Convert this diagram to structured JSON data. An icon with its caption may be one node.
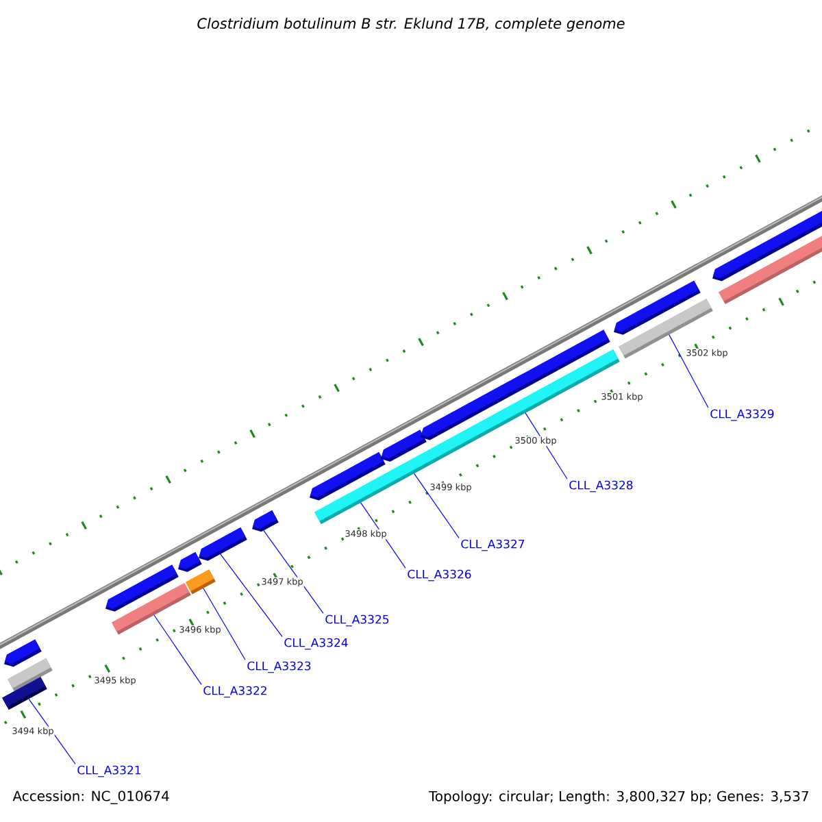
{
  "diagram": {
    "title": "Clostridium botulinum B str. Eklund 17B, complete genome",
    "nodes": [
      {
        "text": [
          "CLL_A3321"
        ]
      },
      {
        "text": [
          "CLL_A3322"
        ]
      },
      {
        "text": [
          "CLL_A3323"
        ]
      },
      {
        "text": [
          "CLL_A3324"
        ]
      },
      {
        "text": [
          "CLL_A3325"
        ]
      },
      {
        "text": [
          "CLL_A3326"
        ]
      },
      {
        "text": [
          "CLL_A3327"
        ]
      },
      {
        "text": [
          "CLL_A3328"
        ]
      },
      {
        "text": [
          "CLL_A3329"
        ]
      },
      {
        "text": [],
        "shape": "bar"
      },
      {
        "text": [],
        "shape": "bar"
      },
      {
        "text": [],
        "shape": "bar"
      },
      {
        "text": [],
        "shape": "bar"
      },
      {
        "text": [],
        "shape": "bar"
      },
      {
        "text": [],
        "shape": "bar"
      },
      {
        "text": [],
        "shape": "bar"
      },
      {
        "text": [],
        "shape": "bar"
      },
      {
        "text": [],
        "shape": "bar"
      },
      {
        "text": [],
        "shape": "bar"
      },
      {
        "text": [],
        "shape": "bar"
      },
      {
        "text": [],
        "shape": "bar"
      },
      {
        "text": [],
        "shape": "bar"
      },
      {
        "text": [],
        "shape": "bar"
      },
      {
        "text": [],
        "shape": "bar"
      },
      {
        "text": [],
        "shape": "bar"
      },
      {
        "text": [],
        "shape": "bar"
      }
    ],
    "edges": [
      {
        "from": 0,
        "to": 11,
        "arrow": "none"
      },
      {
        "from": 1,
        "to": 13,
        "arrow": "none"
      },
      {
        "from": 2,
        "to": 15,
        "arrow": "none"
      },
      {
        "from": 3,
        "to": 16,
        "arrow": "none"
      },
      {
        "from": 4,
        "to": 17,
        "arrow": "none"
      },
      {
        "from": 5,
        "to": 19,
        "arrow": "none"
      },
      {
        "from": 6,
        "to": 19,
        "arrow": "none"
      },
      {
        "from": 7,
        "to": 19,
        "arrow": "none"
      },
      {
        "from": 8,
        "to": 23,
        "arrow": "none"
      }
    ],
    "labels": [
      "3494 kbp",
      "3495 kbp",
      "3496 kbp",
      "3497 kbp",
      "3498 kbp",
      "3499 kbp",
      "3500 kbp",
      "3501 kbp",
      "3502 kbp",
      "Accession: NC_010674",
      "Topology: circular; Length: 3,800,327 bp; Genes: 3,537"
    ]
  }
}
